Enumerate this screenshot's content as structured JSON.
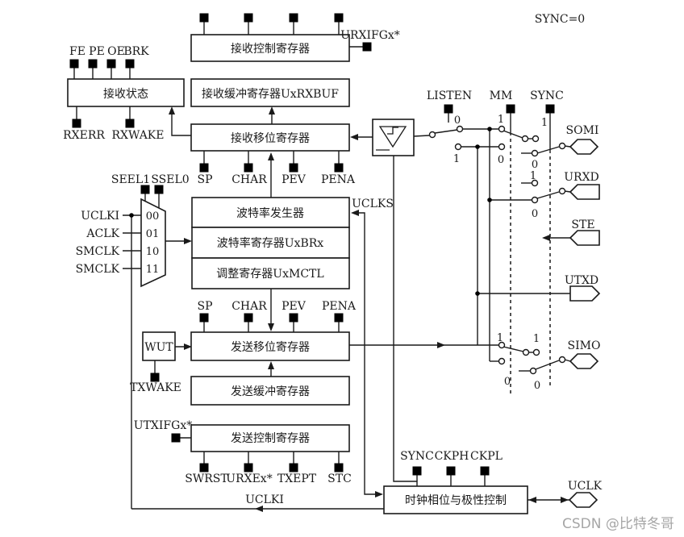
{
  "sync_note": "SYNC=0",
  "watermark": "CSDN @比特冬哥",
  "colors": {
    "line": "#1a1a1a",
    "watermark": "#a6a6a6",
    "background": "#ffffff"
  },
  "boxes": {
    "rx_ctrl": "接收控制寄存器",
    "rx_status": "接收状态",
    "rx_buf": "接收缓冲寄存器UxRXBUF",
    "rx_shift": "接收移位寄存器",
    "baud_gen": "波特率发生器",
    "baud_reg": "波特率寄存器UxBRx",
    "mod_reg": "调整寄存器UxMCTL",
    "tx_shift": "发送移位寄存器",
    "tx_buf": "发送缓冲寄存器",
    "tx_ctrl": "发送控制寄存器",
    "clk_ctrl": "时钟相位与极性控制",
    "wut": "WUT"
  },
  "flags": {
    "fe": "FE",
    "pe": "PE",
    "oe": "OE",
    "brk": "BRK",
    "rxerr": "RXERR",
    "rxwake": "RXWAKE",
    "urxifg": "URXIFGx*",
    "utxifg": "UTXIFGx*",
    "txwake": "TXWAKE",
    "swrst": "SWRST",
    "urxe": "URXEx*",
    "txept": "TXEPT",
    "stc": "STC"
  },
  "controls": {
    "listen": "LISTEN",
    "mm": "MM",
    "sync": "SYNC",
    "ckph": "CKPH",
    "ckpl": "CKPL",
    "seel1": "SEEL1",
    "ssel0": "SSEL0",
    "sp": "SP",
    "char": "CHAR",
    "pev": "PEV",
    "pena": "PENA"
  },
  "clocks": {
    "uclki": "UCLKI",
    "aclk": "ACLK",
    "smclk": "SMCLK",
    "uclks": "UCLKS"
  },
  "pins": {
    "somi": "SOMI",
    "urxd": "URXD",
    "ste": "STE",
    "utxd": "UTXD",
    "simo": "SIMO",
    "uclk": "UCLK"
  },
  "mux_sel": {
    "s00": "00",
    "s01": "01",
    "s10": "10",
    "s11": "11"
  },
  "bits": {
    "zero": "0",
    "one": "1"
  }
}
